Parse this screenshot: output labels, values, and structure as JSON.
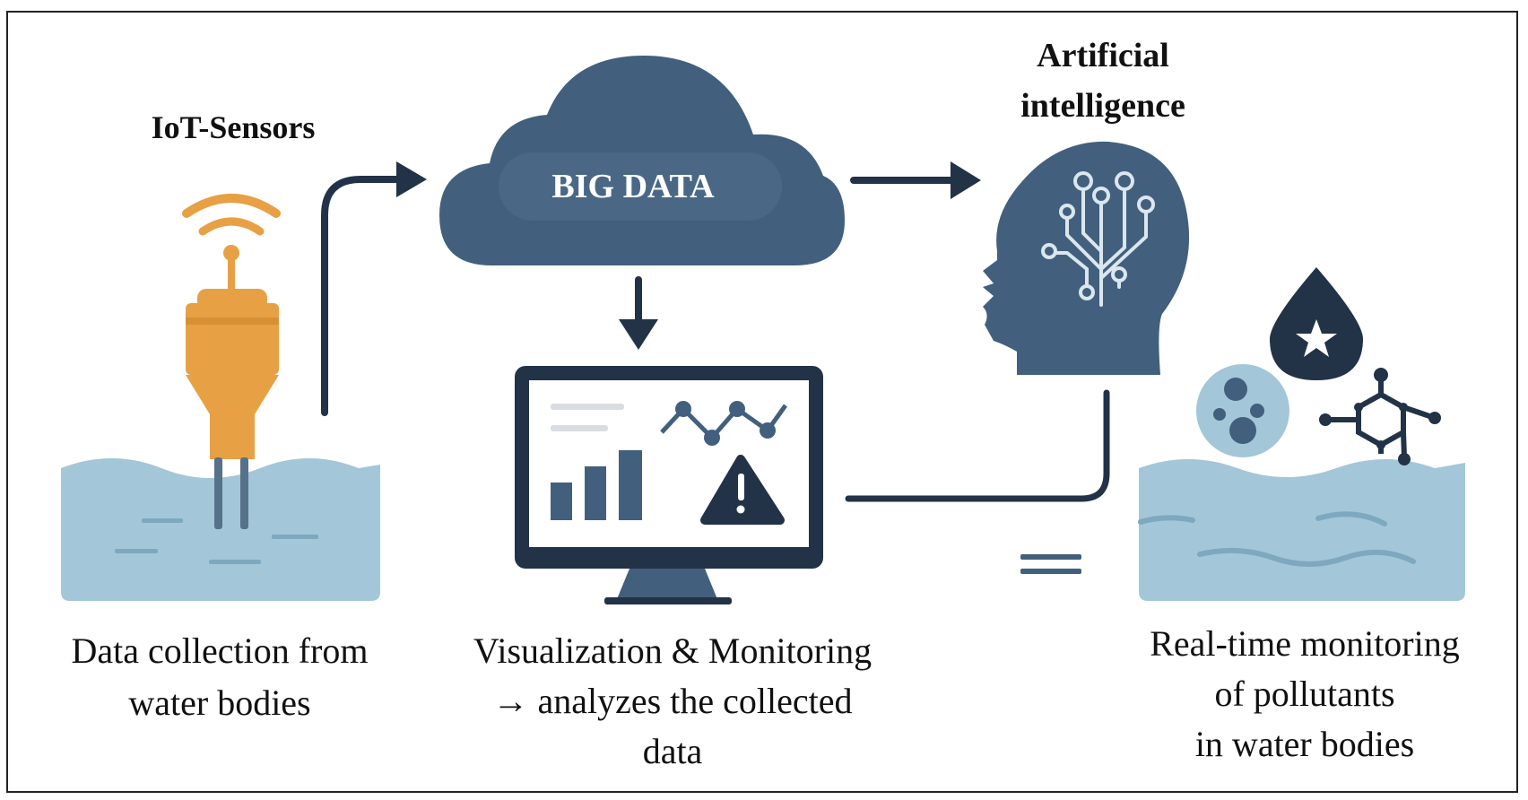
{
  "sensors": {
    "title": "IoT-Sensors",
    "caption_line1": "Data collection from",
    "caption_line2": "water bodies"
  },
  "cloud": {
    "label": "BIG DATA"
  },
  "monitor": {
    "caption_line1": "Visualization & Monitoring",
    "caption_line2": "→ analyzes the collected",
    "caption_line3": "data"
  },
  "ai": {
    "title_line1": "Artificial",
    "title_line2": "intelligence"
  },
  "pollutants": {
    "caption_line1": "Real-time monitoring",
    "caption_line2": "of pollutants",
    "caption_line3": "in water bodies"
  },
  "colors": {
    "navy": "#223247",
    "slate": "#42607d",
    "water": "#a3c7d8",
    "orange": "#e8a045",
    "orange_dark": "#c98328"
  }
}
